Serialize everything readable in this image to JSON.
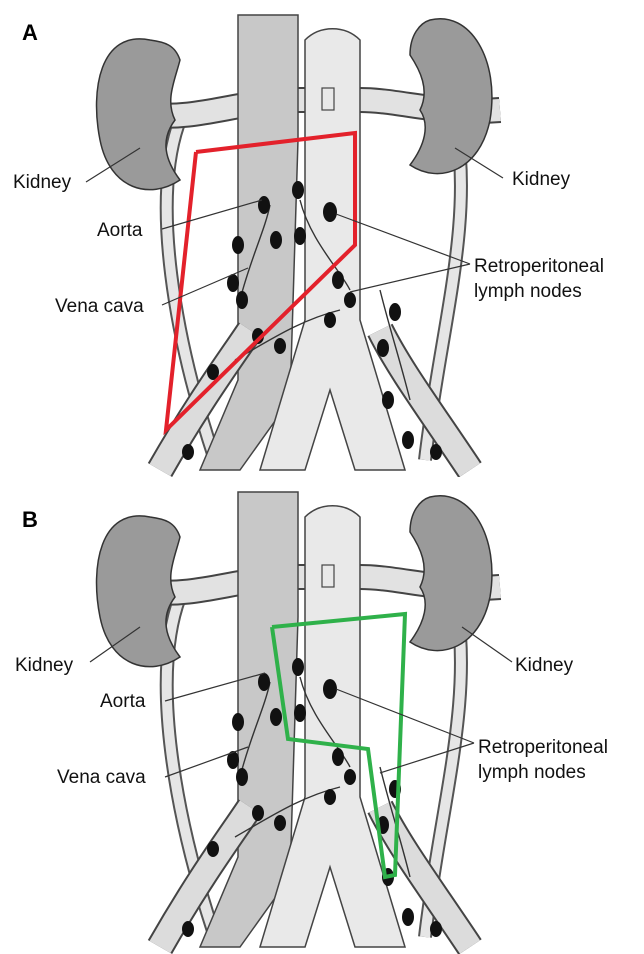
{
  "panels": [
    {
      "letter": "A",
      "labels": {
        "kidney_left": "Kidney",
        "kidney_right": "Kidney",
        "aorta": "Aorta",
        "vena_cava": "Vena cava",
        "lymph_line1": "Retroperitoneal",
        "lymph_line2": "lymph nodes"
      },
      "outline_color": "#e3212b"
    },
    {
      "letter": "B",
      "labels": {
        "kidney_left": "Kidney",
        "kidney_right": "Kidney",
        "aorta": "Aorta",
        "vena_cava": "Vena cava",
        "lymph_line1": "Retroperitoneal",
        "lymph_line2": "lymph nodes"
      },
      "outline_color": "#2fb14a"
    }
  ],
  "colors": {
    "kidney": "#9a9a9a",
    "vessel": "#d3d3d3",
    "vessel_light": "#e6e6e6",
    "node": "#111111",
    "stroke": "#333333"
  }
}
